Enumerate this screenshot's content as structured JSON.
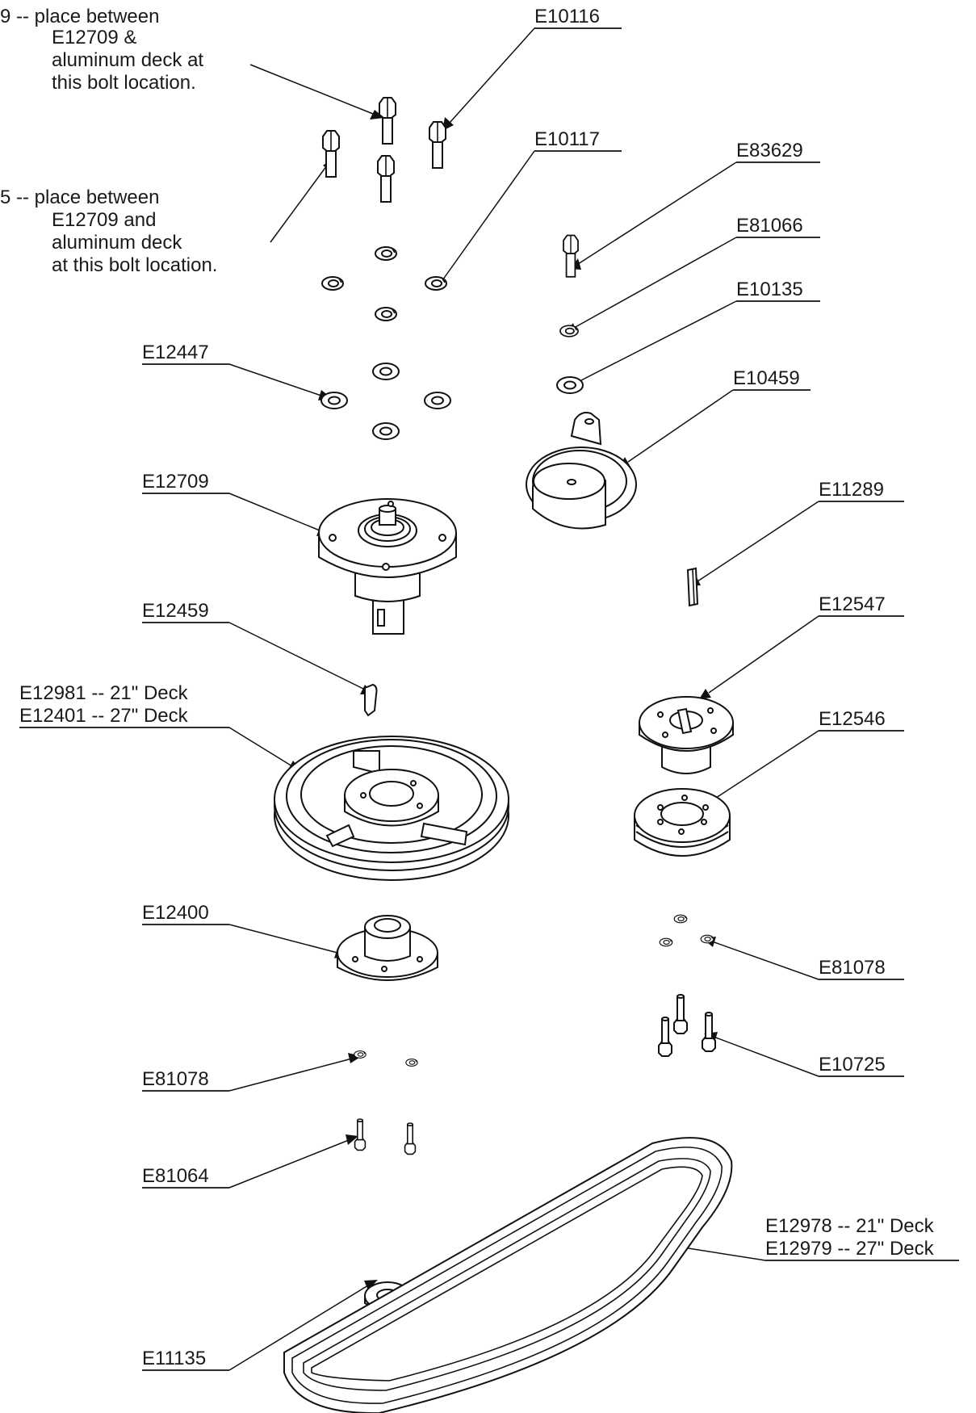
{
  "callouts": {
    "note_top": [
      "9 -- place between",
      "E12709 &",
      "aluminum deck at",
      "this bolt location."
    ],
    "note_mid": [
      "5 -- place between",
      "E12709 and",
      "aluminum deck",
      "at this bolt location."
    ],
    "e10116": "E10116",
    "e10117": "E10117",
    "e83629": "E83629",
    "e81066": "E81066",
    "e10135": "E10135",
    "e12447": "E12447",
    "e10459": "E10459",
    "e12709": "E12709",
    "e11289": "E11289",
    "e12459": "E12459",
    "e12547": "E12547",
    "pulley_lines": [
      "E12981 -- 21\" Deck",
      "E12401 -- 27\" Deck"
    ],
    "e12546": "E12546",
    "e12400": "E12400",
    "e81078_right": "E81078",
    "e10725": "E10725",
    "e81078_left": "E81078",
    "e81064": "E81064",
    "belt_lines": [
      "E12978 -- 21\" Deck",
      "E12979 -- 27\" Deck"
    ],
    "e11135": "E11135"
  },
  "colors": {
    "ink": "#111111",
    "background": "#ffffff"
  }
}
